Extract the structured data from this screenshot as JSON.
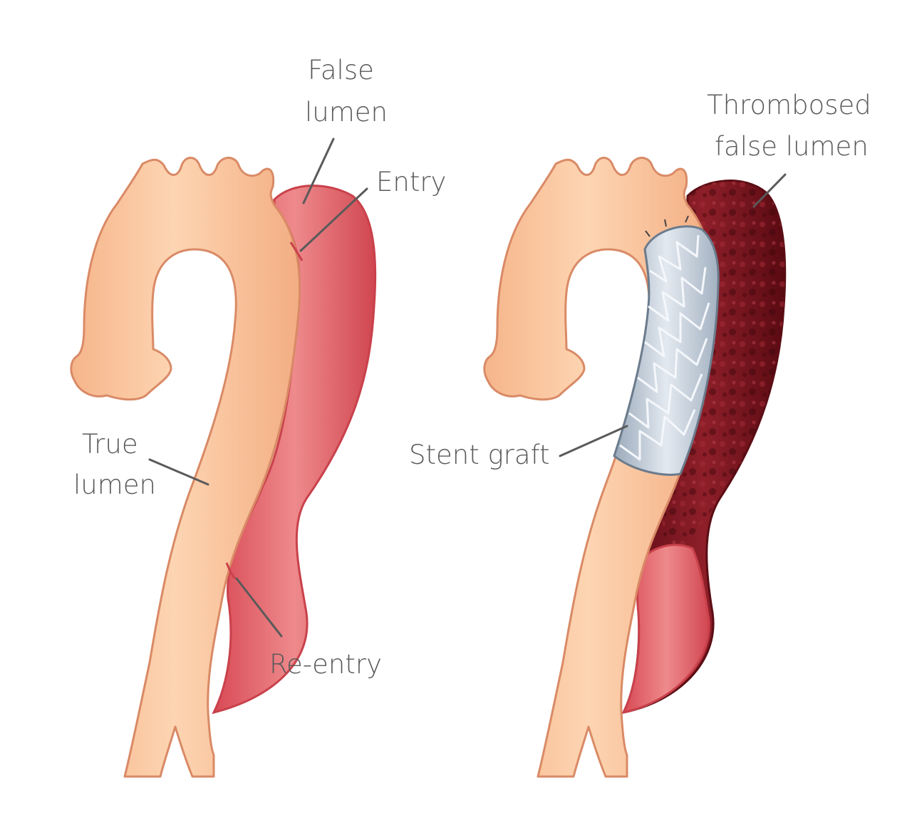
{
  "labels": {
    "false_lumen_line1": "False",
    "false_lumen_line2": "lumen",
    "entry": "Entry",
    "true_lumen_line1": "True",
    "true_lumen_line2": "lumen",
    "re_entry": "Re-entry",
    "thrombosed_line1": "Thrombosed",
    "thrombosed_line2": "false lumen",
    "stent_graft": "Stent graft"
  },
  "colors": {
    "aorta": "#fbc9a0",
    "aorta_edge": "#d98a66",
    "false_lumen": "#e46a6f",
    "thrombus": "#7d1620",
    "stent": "#c8d3df",
    "label_text": "#5a5a5a"
  }
}
